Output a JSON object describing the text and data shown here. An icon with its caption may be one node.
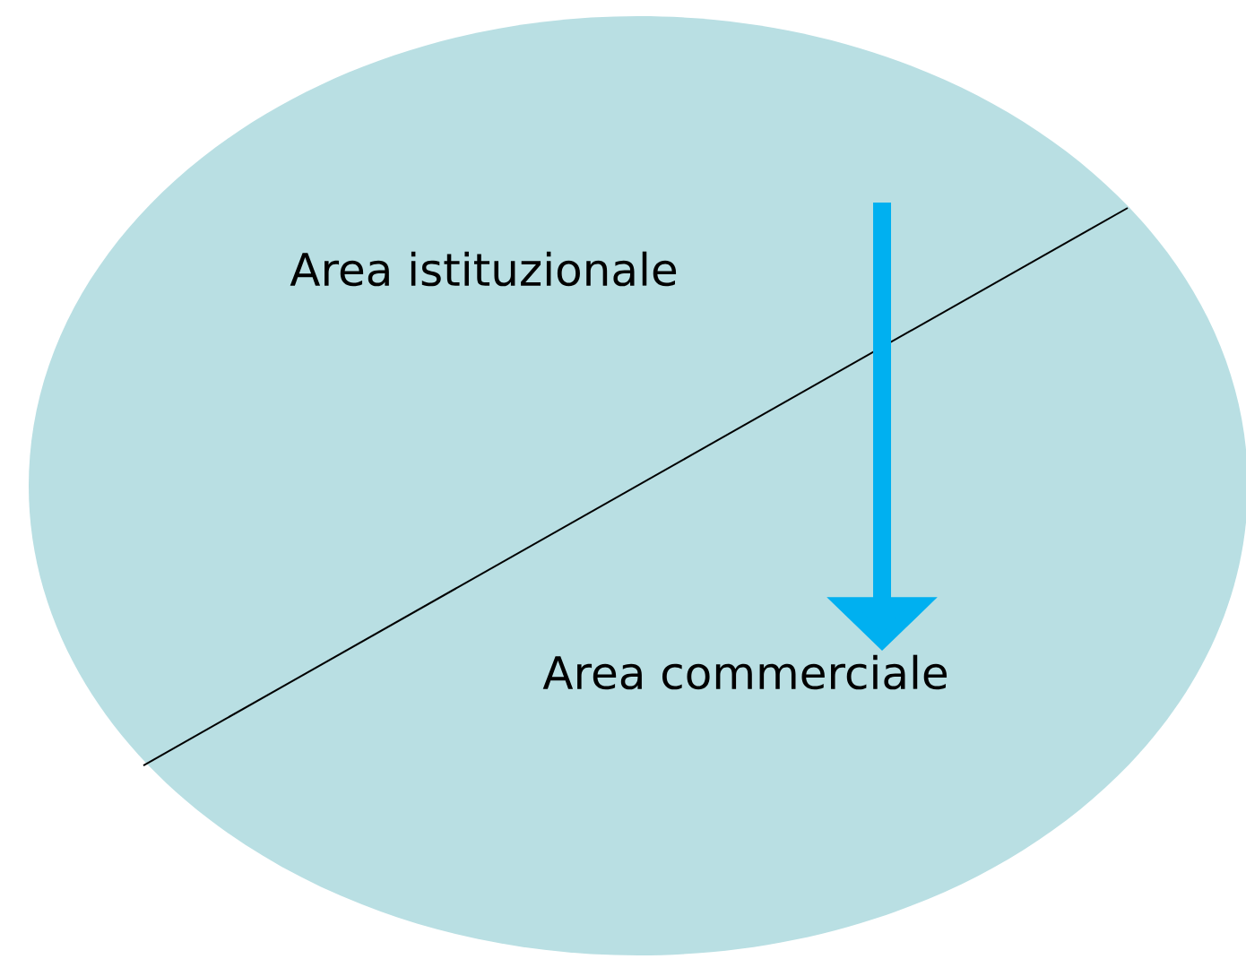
{
  "diagram": {
    "nodes": [
      {
        "text": [],
        "shape": "ellipse"
      },
      {
        "text": [
          "Area istituzionale"
        ],
        "in": 0
      },
      {
        "text": [
          "Area commerciale"
        ],
        "in": 0
      }
    ],
    "edges": [
      {
        "from": null,
        "to": 2,
        "arrow": "to"
      }
    ]
  }
}
